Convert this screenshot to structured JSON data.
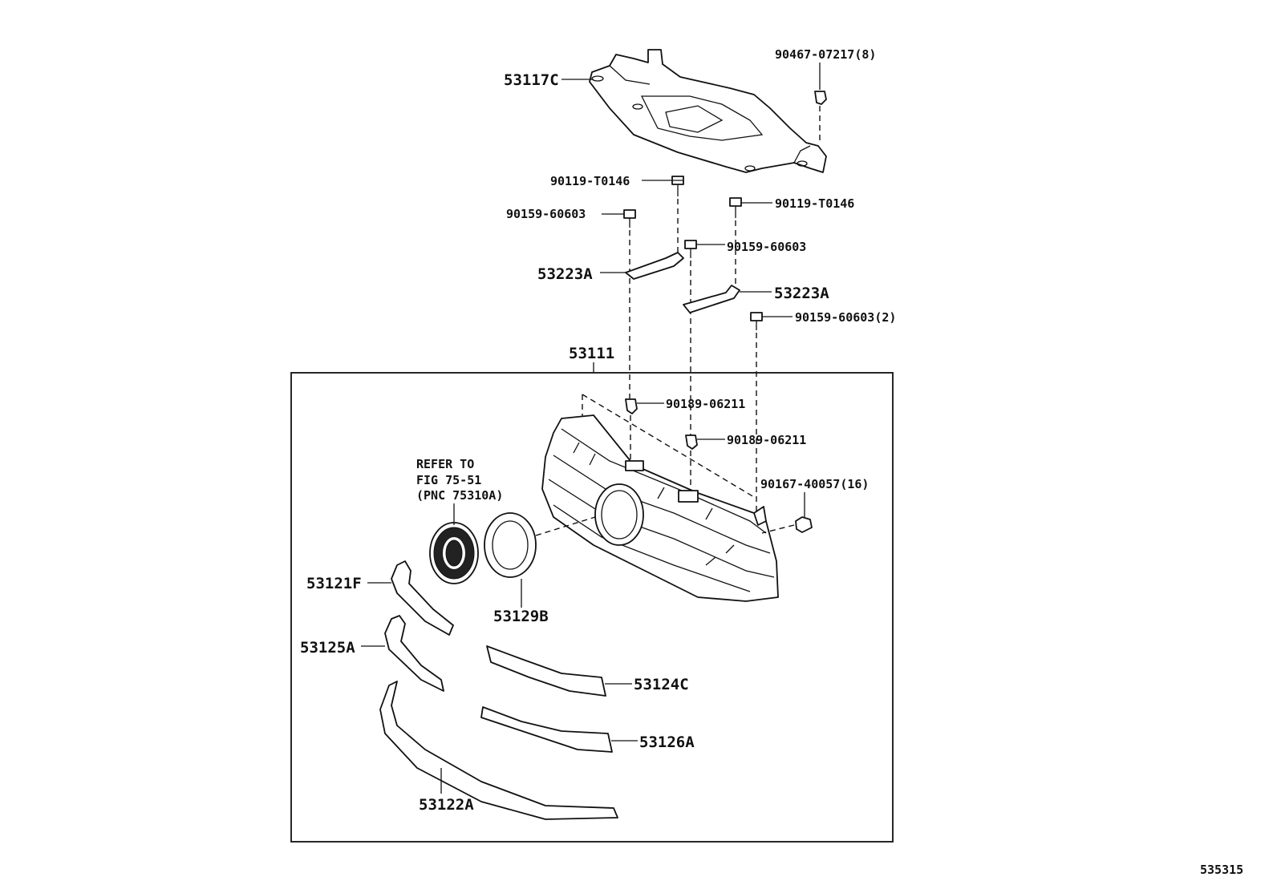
{
  "labels": {
    "cover": "53117C",
    "clip_top_right": "90467-07217(8)",
    "bolt_a": "90119-T0146",
    "bolt_b": "90119-T0146",
    "screw_a": "90159-60603",
    "screw_b": "90159-60603",
    "bracket_left": "53223A",
    "bracket_right": "53223A",
    "screw_c": "90159-60603(2)",
    "grille_assy": "53111",
    "nut_a": "90189-06211",
    "nut_b": "90189-06211",
    "clip_grille": "90167-40057(16)",
    "refer_line1": "REFER TO",
    "refer_line2": "FIG 75-51",
    "refer_line3": "(PNC 75310A)",
    "ring": "53129B",
    "molding_f": "53121F",
    "molding_a": "53125A",
    "molding_c": "53124C",
    "molding_a2": "53126A",
    "lower_molding": "53122A",
    "figure_id": "535315"
  }
}
